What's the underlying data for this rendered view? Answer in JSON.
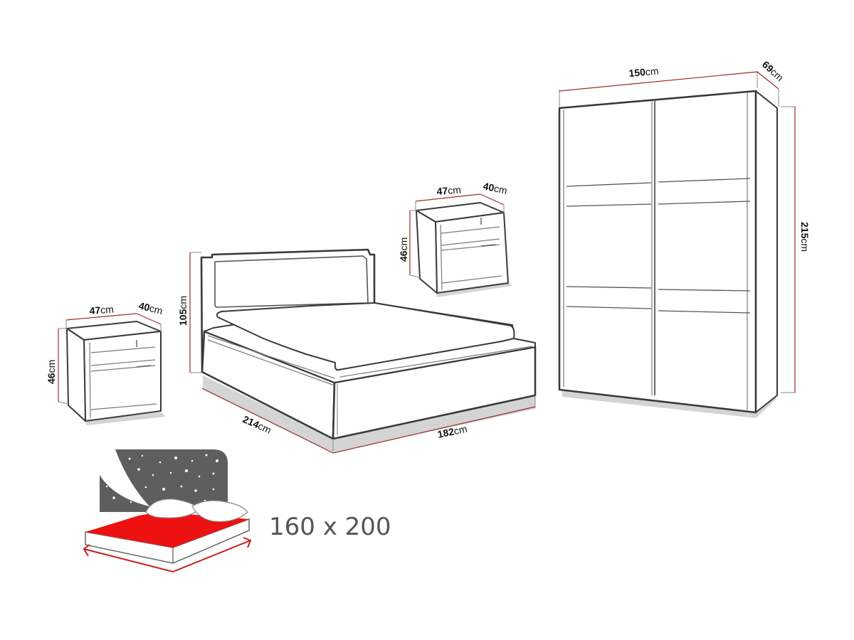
{
  "diagram": {
    "type": "furniture-dimension-drawing",
    "colors": {
      "outline": "#3a3a3a",
      "dimension_line": "#a02a2a",
      "mattress_red": "#ee1111",
      "night_sky": "#5e5e5e",
      "size_text": "#555555"
    },
    "wardrobe": {
      "width": {
        "value": "150",
        "unit": "cm"
      },
      "depth": {
        "value": "69",
        "unit": "cm"
      },
      "height": {
        "value": "215",
        "unit": "cm"
      },
      "doors": 2
    },
    "nightstand_right": {
      "width": {
        "value": "47",
        "unit": "cm"
      },
      "depth": {
        "value": "40",
        "unit": "cm"
      },
      "height": {
        "value": "46",
        "unit": "cm"
      }
    },
    "nightstand_left": {
      "width": {
        "value": "47",
        "unit": "cm"
      },
      "depth": {
        "value": "40",
        "unit": "cm"
      },
      "height": {
        "value": "46",
        "unit": "cm"
      }
    },
    "bed": {
      "height": {
        "value": "105",
        "unit": "cm"
      },
      "length": {
        "value": "214",
        "unit": "cm"
      },
      "width": {
        "value": "182",
        "unit": "cm"
      }
    },
    "mattress_icon": {
      "size_label": "160 x 200"
    }
  }
}
